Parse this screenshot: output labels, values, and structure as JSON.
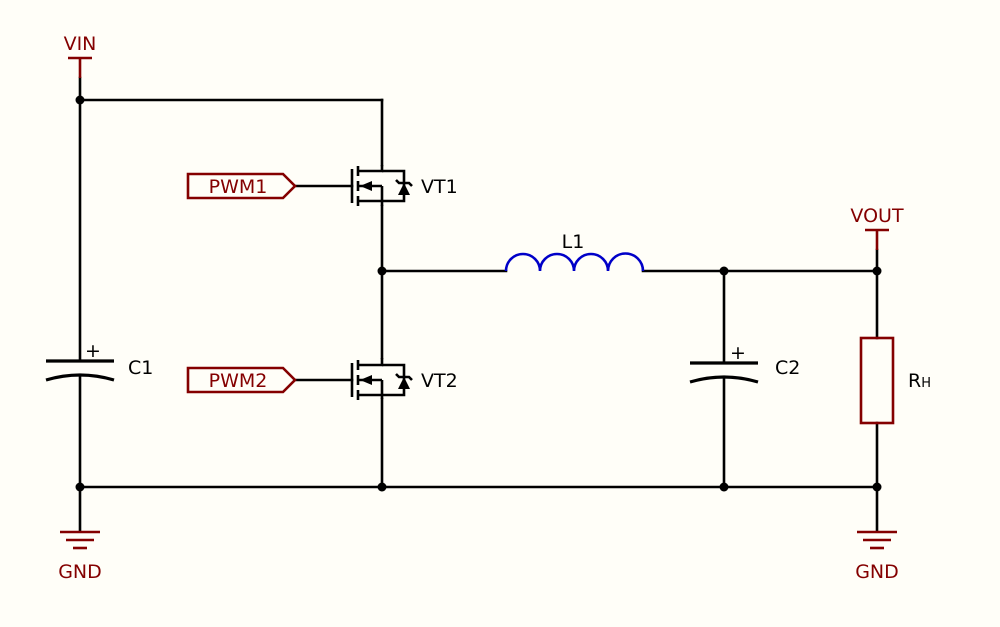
{
  "colors": {
    "background": "#FFFEF8",
    "wire": "#000000",
    "power": "#840000",
    "inductor": "#0000C8"
  },
  "power": {
    "vin": "VIN",
    "vout": "VOUT",
    "gnd_left": "GND",
    "gnd_right": "GND"
  },
  "ports": {
    "pwm1": "PWM1",
    "pwm2": "PWM2"
  },
  "parts": {
    "vt1": "VT1",
    "vt2": "VT2",
    "l1": "L1",
    "c1": "C1",
    "c2": "C2",
    "rh_main": "R",
    "rh_sub": "H",
    "plus": "+"
  }
}
